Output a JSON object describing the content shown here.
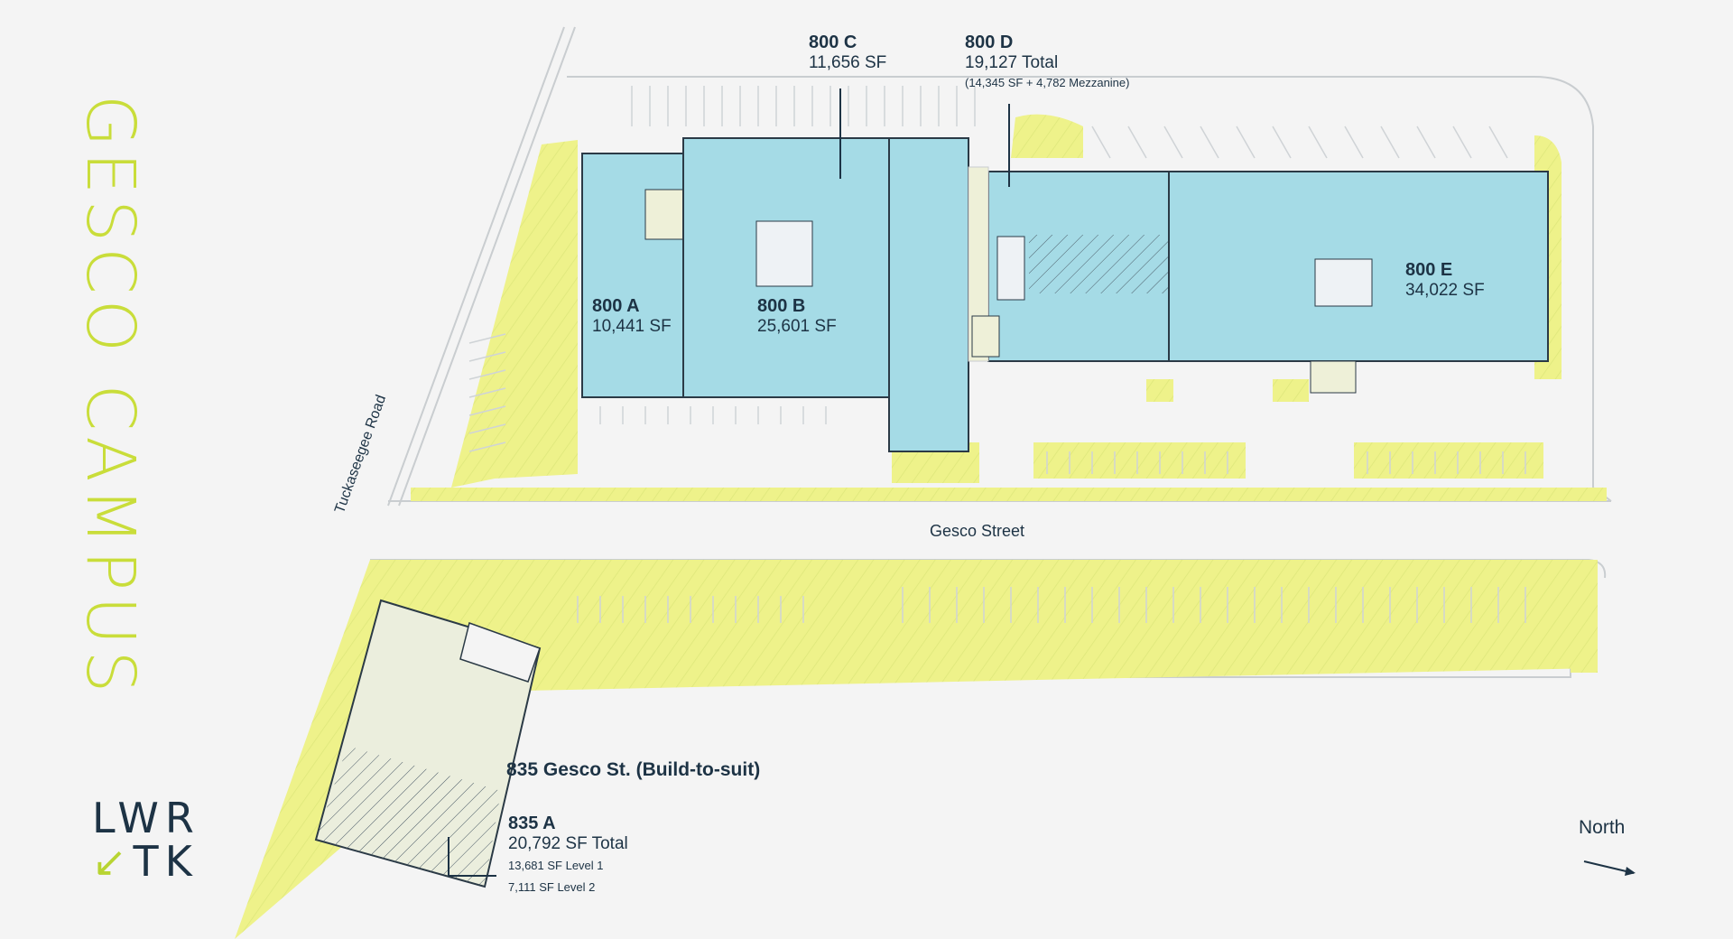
{
  "campus_title": "GESCO CAMPUS",
  "logo": {
    "line1": "LWR",
    "line2_arrow": "↙",
    "line2": "TK"
  },
  "north_label": "North",
  "streets": {
    "tuckaseegee": "Tuckaseegee Road",
    "gesco": "Gesco Street"
  },
  "units": {
    "a": {
      "name": "800 A",
      "size": "10,441 SF"
    },
    "b": {
      "name": "800 B",
      "size": "25,601 SF"
    },
    "c": {
      "name": "800 C",
      "size": "11,656 SF"
    },
    "d": {
      "name": "800 D",
      "size": "19,127 Total",
      "detail": "(14,345 SF + 4,782 Mezzanine)"
    },
    "e": {
      "name": "800 E",
      "size": "34,022 SF"
    },
    "bts": {
      "title": "835 Gesco St. (Build-to-suit)",
      "name": "835 A",
      "size": "20,792 SF Total",
      "level1": "13,681 SF Level 1",
      "level2": "7,111 SF Level 2"
    }
  },
  "colors": {
    "background": "#f4f4f4",
    "building": "#a5dbe6",
    "green_space": "#eef28a",
    "bts_building": "#ebeedd",
    "accent": "#c9dd3a",
    "text": "#1d3345"
  }
}
